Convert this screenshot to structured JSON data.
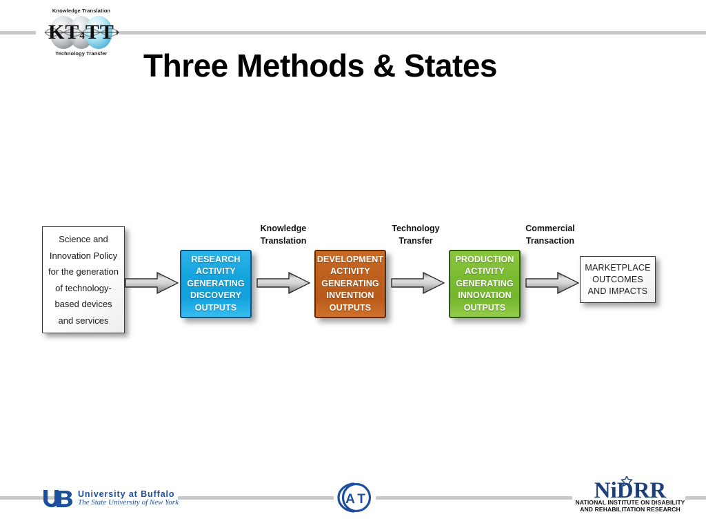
{
  "header": {
    "logo": {
      "top_label": "Knowledge Translation",
      "letters": "KT4TT",
      "bottom_label": "Technology Transfer",
      "icon": "kt4tt-dna-logo"
    },
    "title": "Three Methods & States",
    "rule_color": "#c9c9c9"
  },
  "diagram": {
    "type": "flow",
    "nodes": [
      {
        "id": "policy",
        "kind": "white-box",
        "text": "Science and Innovation Policy for the generation of technology-based devices and services",
        "lines": [
          "Science and",
          "Innovation Policy",
          "for the generation",
          "of technology-",
          "based devices",
          "and services"
        ],
        "fill": "#ffffff",
        "border": "#3a3a3a",
        "text_color": "#1a1a1a"
      },
      {
        "id": "research",
        "kind": "activity-box",
        "lines": [
          "RESEARCH",
          "ACTIVITY",
          "GENERATING",
          "DISCOVERY",
          "OUTPUTS"
        ],
        "text": "RESEARCH ACTIVITY GENERATING DISCOVERY OUTPUTS",
        "fill": "#13a3dd",
        "border": "#0c4f7a",
        "text_color": "#ffffff"
      },
      {
        "id": "development",
        "kind": "activity-box",
        "lines": [
          "DEVELOPMENT",
          "ACTIVITY",
          "GENERATING",
          "INVENTION",
          "OUTPUTS"
        ],
        "text": "DEVELOPMENT ACTIVITY GENERATING INVENTION OUTPUTS",
        "fill": "#bd5f1d",
        "border": "#5a2a09",
        "text_color": "#ffffff"
      },
      {
        "id": "production",
        "kind": "activity-box",
        "lines": [
          "PRODUCTION",
          "ACTIVITY",
          "GENERATING",
          "INNOVATION",
          "OUTPUTS"
        ],
        "text": "PRODUCTION ACTIVITY GENERATING INNOVATION OUTPUTS",
        "fill": "#79bb31",
        "border": "#2f5a10",
        "text_color": "#ffffff"
      },
      {
        "id": "marketplace",
        "kind": "white-box",
        "lines": [
          "MARKETPLACE",
          "OUTCOMES",
          "AND IMPACTS"
        ],
        "text": "MARKETPLACE OUTCOMES AND IMPACTS",
        "fill": "#ffffff",
        "border": "#3a3a3a",
        "text_color": "#1a1a1a"
      }
    ],
    "edges": [
      {
        "id": "arrow-1",
        "from": "policy",
        "to": "research",
        "label": ""
      },
      {
        "id": "arrow-2",
        "from": "research",
        "to": "development",
        "label": "Knowledge Translation"
      },
      {
        "id": "arrow-3",
        "from": "development",
        "to": "production",
        "label": "Technology Transfer"
      },
      {
        "id": "arrow-4",
        "from": "production",
        "to": "marketplace",
        "label": "Commercial Transaction"
      }
    ],
    "phase_labels": [
      {
        "id": "kt",
        "line1": "Knowledge",
        "line2": "Translation"
      },
      {
        "id": "tt",
        "line1": "Technology",
        "line2": "Transfer"
      },
      {
        "id": "ct",
        "line1": "Commercial",
        "line2": "Transaction"
      }
    ],
    "arrow_fill": "#bdbdbd",
    "arrow_stroke": "#2b2b2b"
  },
  "footer": {
    "ub": {
      "icon": "ub-monogram-logo",
      "name": "University at Buffalo",
      "subtitle": "The State University of New York",
      "color": "#1d4f9c"
    },
    "cat": {
      "icon": "cat-circle-logo",
      "letters": "AT",
      "color": "#1d4f9c"
    },
    "nidrr": {
      "icon": "nidrr-star-logo",
      "wordmark": "NiDRR",
      "line1": "NATIONAL INSTITUTE ON DISABILITY",
      "line2": "AND REHABILITATION RESEARCH",
      "color": "#1f3f78"
    },
    "rule_color": "#c9c9c9"
  }
}
